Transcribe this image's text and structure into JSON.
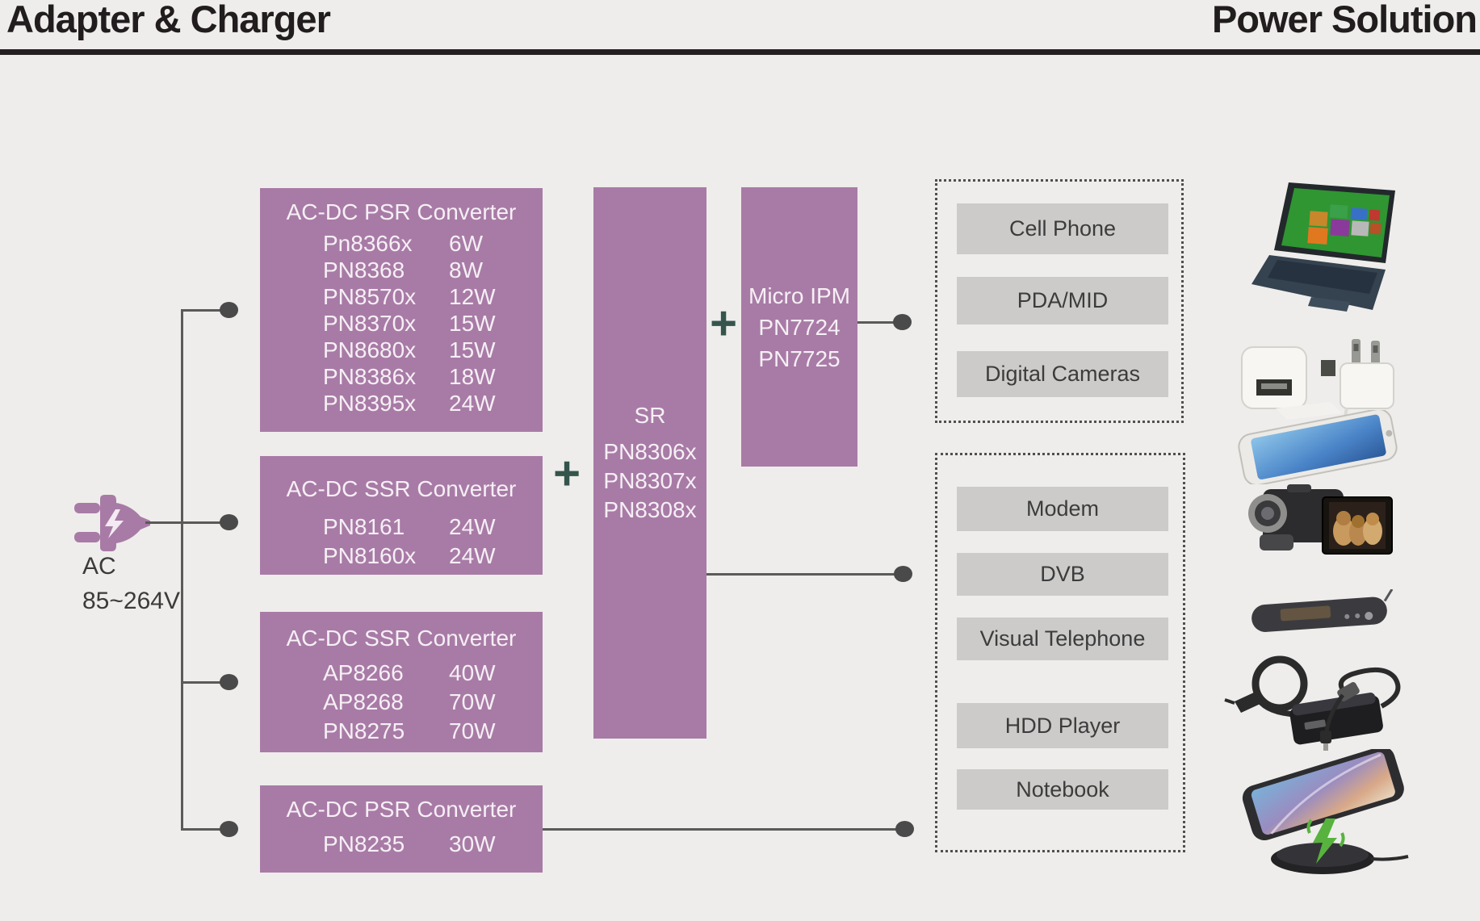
{
  "header": {
    "left_title": "Adapter & Charger",
    "right_title": "Power Solution"
  },
  "source": {
    "label_line1": "AC",
    "label_line2": "85~264V"
  },
  "symbols": {
    "plus": "+"
  },
  "converter_boxes": [
    {
      "title": "AC-DC PSR Converter",
      "rows": [
        {
          "part": "Pn8366x",
          "power": "6W"
        },
        {
          "part": "PN8368",
          "power": "8W"
        },
        {
          "part": "PN8570x",
          "power": "12W"
        },
        {
          "part": "PN8370x",
          "power": "15W"
        },
        {
          "part": "PN8680x",
          "power": "15W"
        },
        {
          "part": "PN8386x",
          "power": "18W"
        },
        {
          "part": "PN8395x",
          "power": "24W"
        }
      ]
    },
    {
      "title": "AC-DC SSR Converter",
      "rows": [
        {
          "part": "PN8161",
          "power": "24W"
        },
        {
          "part": "PN8160x",
          "power": "24W"
        }
      ]
    },
    {
      "title": "AC-DC SSR Converter",
      "rows": [
        {
          "part": "AP8266",
          "power": "40W"
        },
        {
          "part": "AP8268",
          "power": "70W"
        },
        {
          "part": "PN8275",
          "power": "70W"
        }
      ]
    },
    {
      "title": "AC-DC PSR Converter",
      "rows": [
        {
          "part": "PN8235",
          "power": "30W"
        }
      ]
    }
  ],
  "sr_box": {
    "head": "SR",
    "parts": [
      "PN8306x",
      "PN8307x",
      "PN8308x"
    ]
  },
  "micro_ipm_box": {
    "head": "Micro IPM",
    "parts": [
      "PN7724",
      "PN7725"
    ]
  },
  "application_groups": [
    {
      "items": [
        "Cell Phone",
        "PDA/MID",
        "Digital Cameras"
      ]
    },
    {
      "items": [
        "Modem",
        "DVB",
        "Visual Telephone",
        "HDD Player",
        "Notebook"
      ]
    }
  ],
  "device_images": [
    "notebook-pc",
    "usb-wall-chargers",
    "smartphone",
    "camcorder",
    "portable-media-player",
    "laptop-power-adapter",
    "wireless-charging-phone"
  ],
  "colors": {
    "accent_purple": "#a87ba6",
    "plus_green": "#34544c",
    "application_gray": "#cccbca",
    "line_gray": "#5a5a58",
    "background": "#eeedeb"
  }
}
